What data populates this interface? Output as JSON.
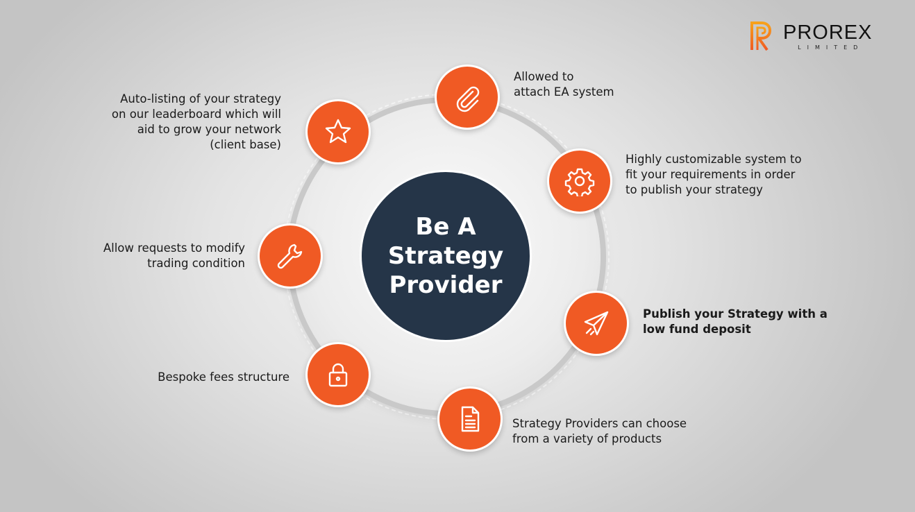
{
  "logo": {
    "name": "PROREX",
    "subtitle": "LIMITED",
    "brand_colors": [
      "#f7a21b",
      "#f05a24"
    ]
  },
  "center": {
    "title": "Be A\nStrategy\nProvider",
    "color": "#253548"
  },
  "accent": "#f05a24",
  "features": [
    {
      "icon": "star-icon",
      "text": "Auto-listing of your strategy\non our leaderboard which will\naid to grow your network\n(client base)"
    },
    {
      "icon": "paperclip-icon",
      "text": "Allowed to\nattach EA system"
    },
    {
      "icon": "gear-icon",
      "text": "Highly customizable system to\nfit your requirements in order\nto publish your strategy"
    },
    {
      "icon": "wrench-icon",
      "text": "Allow requests to modify\ntrading condition"
    },
    {
      "icon": "paper-plane-icon",
      "text": "Publish your Strategy with a\nlow fund deposit"
    },
    {
      "icon": "lock-icon",
      "text": "Bespoke fees structure"
    },
    {
      "icon": "document-icon",
      "text": "Strategy Providers can choose\nfrom a variety of products"
    }
  ]
}
